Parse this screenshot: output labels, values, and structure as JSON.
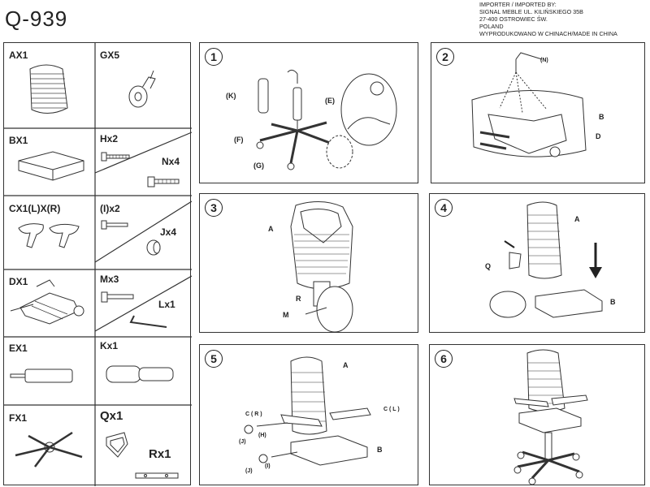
{
  "model": "Q-939",
  "importer": [
    "IMPORTER / IMPORTED BY:",
    "SIGNAL MEBLE  UL. KILIŃSKIEGO 35B",
    "27-400 OSTROWIEC ŚW.",
    "POLAND",
    "WYPRODUKOWANO W CHINACH/MADE IN CHINA"
  ],
  "parts": {
    "ax": "AX1",
    "gx": "GX5",
    "bx": "BX1",
    "h": "Hx2",
    "n": "Nx4",
    "cx": "CX1(L)X(R)",
    "i": "(I)x2",
    "j": "Jx4",
    "dx": "DX1",
    "m": "Mx3",
    "l": "Lx1",
    "ex": "EX1",
    "k": "Kx1",
    "fx": "FX1",
    "q": "Qx1",
    "r": "Rx1"
  },
  "steps": [
    {
      "num": "1",
      "labels": {
        "k": "(K)",
        "e": "(E)",
        "f": "(F)",
        "g": "(G)"
      }
    },
    {
      "num": "2",
      "labels": {
        "n": "(N)",
        "b": "B",
        "d": "D"
      }
    },
    {
      "num": "3",
      "labels": {
        "a": "A",
        "r": "R",
        "m": "M"
      }
    },
    {
      "num": "4",
      "labels": {
        "a": "A",
        "q": "Q",
        "b": "B"
      }
    },
    {
      "num": "5",
      "labels": {
        "a": "A",
        "cr": "C ( R )",
        "cl": "C ( L )",
        "j1": "(J)",
        "h": "(H)",
        "j2": "(J)",
        "i": "(I)",
        "b": "B"
      }
    },
    {
      "num": "6",
      "labels": {}
    }
  ]
}
